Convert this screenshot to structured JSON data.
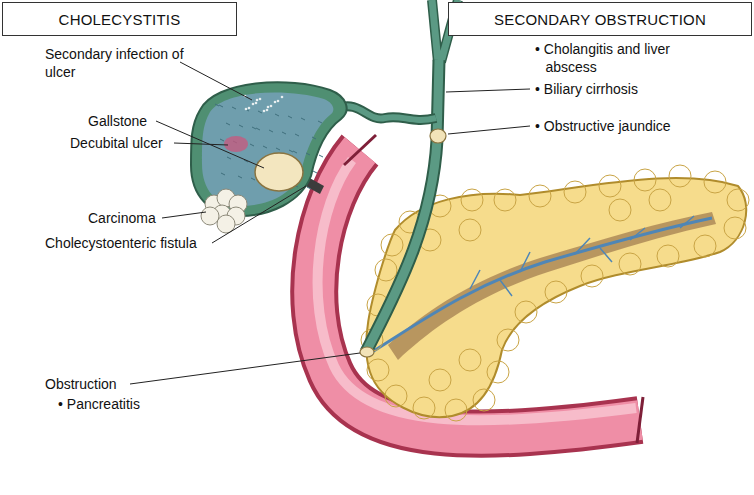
{
  "diagram": {
    "nodes": [
      {
        "text": [
          "CHOLECYSTITIS"
        ]
      },
      {
        "text": [
          "SECONDARY OBSTRUCTION"
        ]
      }
    ],
    "labels": [
      "Secondary infection of ulcer",
      "Gallstone",
      "Decubital ulcer",
      "Carcinoma",
      "Cholecystoenteric fistula",
      "Obstruction",
      "• Pancreatitis",
      "• Cholangitis and liver abscess",
      "• Biliary cirrhosis",
      "• Obstructive jaundice"
    ]
  }
}
